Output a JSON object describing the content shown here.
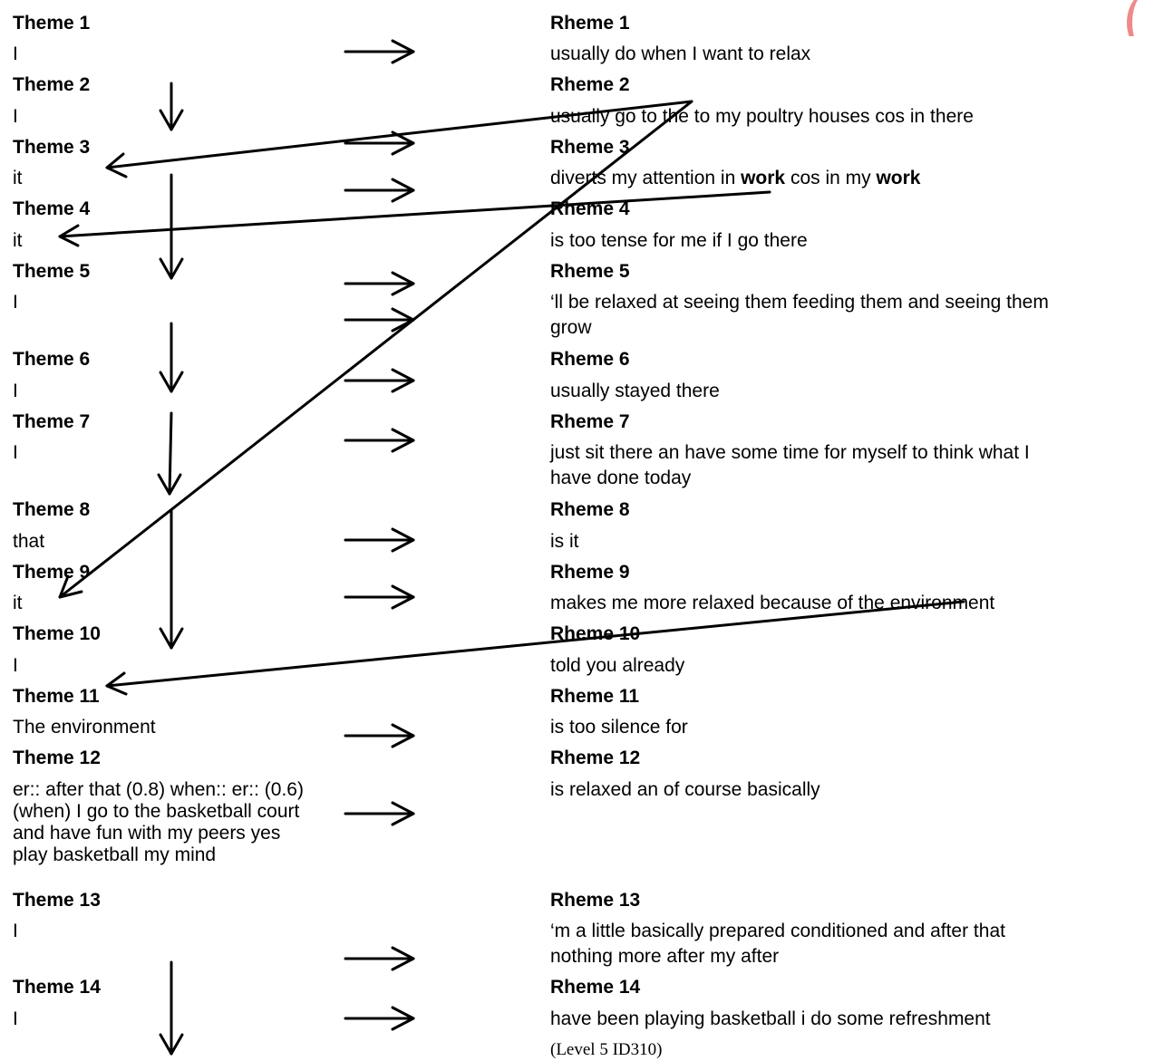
{
  "rows": [
    {
      "theme_label": "Theme 1",
      "theme": "I",
      "rheme_label": "Rheme 1",
      "rheme": "usually do when I want to relax"
    },
    {
      "theme_label": "Theme 2",
      "theme": "I",
      "rheme_label": "Rheme 2",
      "rheme": "usually go to the to my poultry houses cos in there"
    },
    {
      "theme_label": "Theme 3",
      "theme": "it",
      "rheme_label": "Rheme 3",
      "rheme_parts": [
        "diverts my attention in ",
        "work",
        " cos in my ",
        "work"
      ]
    },
    {
      "theme_label": "Theme 4",
      "theme": "it",
      "rheme_label": "Rheme 4",
      "rheme": "is too tense for me if I go there"
    },
    {
      "theme_label": "Theme 5",
      "theme": "I",
      "rheme_label": "Rheme 5",
      "rheme_lines": [
        " ‘ll be relaxed at seeing them feeding them and seeing them",
        "grow"
      ]
    },
    {
      "theme_label": "Theme 6",
      "theme": "I",
      "rheme_label": "Rheme 6",
      "rheme": "usually stayed there"
    },
    {
      "theme_label": "Theme 7",
      "theme": "I",
      "rheme_label": "Rheme 7",
      "rheme_lines": [
        "just sit there an have some time for myself to think what I",
        "have done today"
      ]
    },
    {
      "theme_label": "Theme 8",
      "theme": "that",
      "rheme_label": "Rheme 8",
      "rheme": "is it"
    },
    {
      "theme_label": "Theme 9",
      "theme": "it",
      "rheme_label": "Rheme 9",
      "rheme": "makes me more relaxed because of the environment"
    },
    {
      "theme_label": "Theme 10",
      "theme": "I",
      "rheme_label": "Rheme 10",
      "rheme": "told you already"
    },
    {
      "theme_label": "Theme 11",
      "theme": "The environment",
      "rheme_label": "Rheme 11",
      "rheme": "is too silence for"
    },
    {
      "theme_label": "Theme 12",
      "theme_lines": [
        "er:: after that (0.8) when:: er:: (0.6)",
        "(when) I go to the basketball court",
        "and have fun with my peers yes",
        "play basketball my mind"
      ],
      "rheme_label": "Rheme 12",
      "rheme": "is relaxed an of course basically"
    },
    {
      "theme_label": "Theme 13",
      "theme": "I",
      "rheme_label": "Rheme 13",
      "rheme_lines": [
        " ‘m a little basically prepared conditioned and after that",
        "nothing more after my after"
      ]
    },
    {
      "theme_label": "Theme 14",
      "theme": "I",
      "rheme_label": "Rheme 14",
      "rheme": "have been playing basketball i do some refreshment"
    }
  ],
  "citation": "(Level 5 ID310)"
}
